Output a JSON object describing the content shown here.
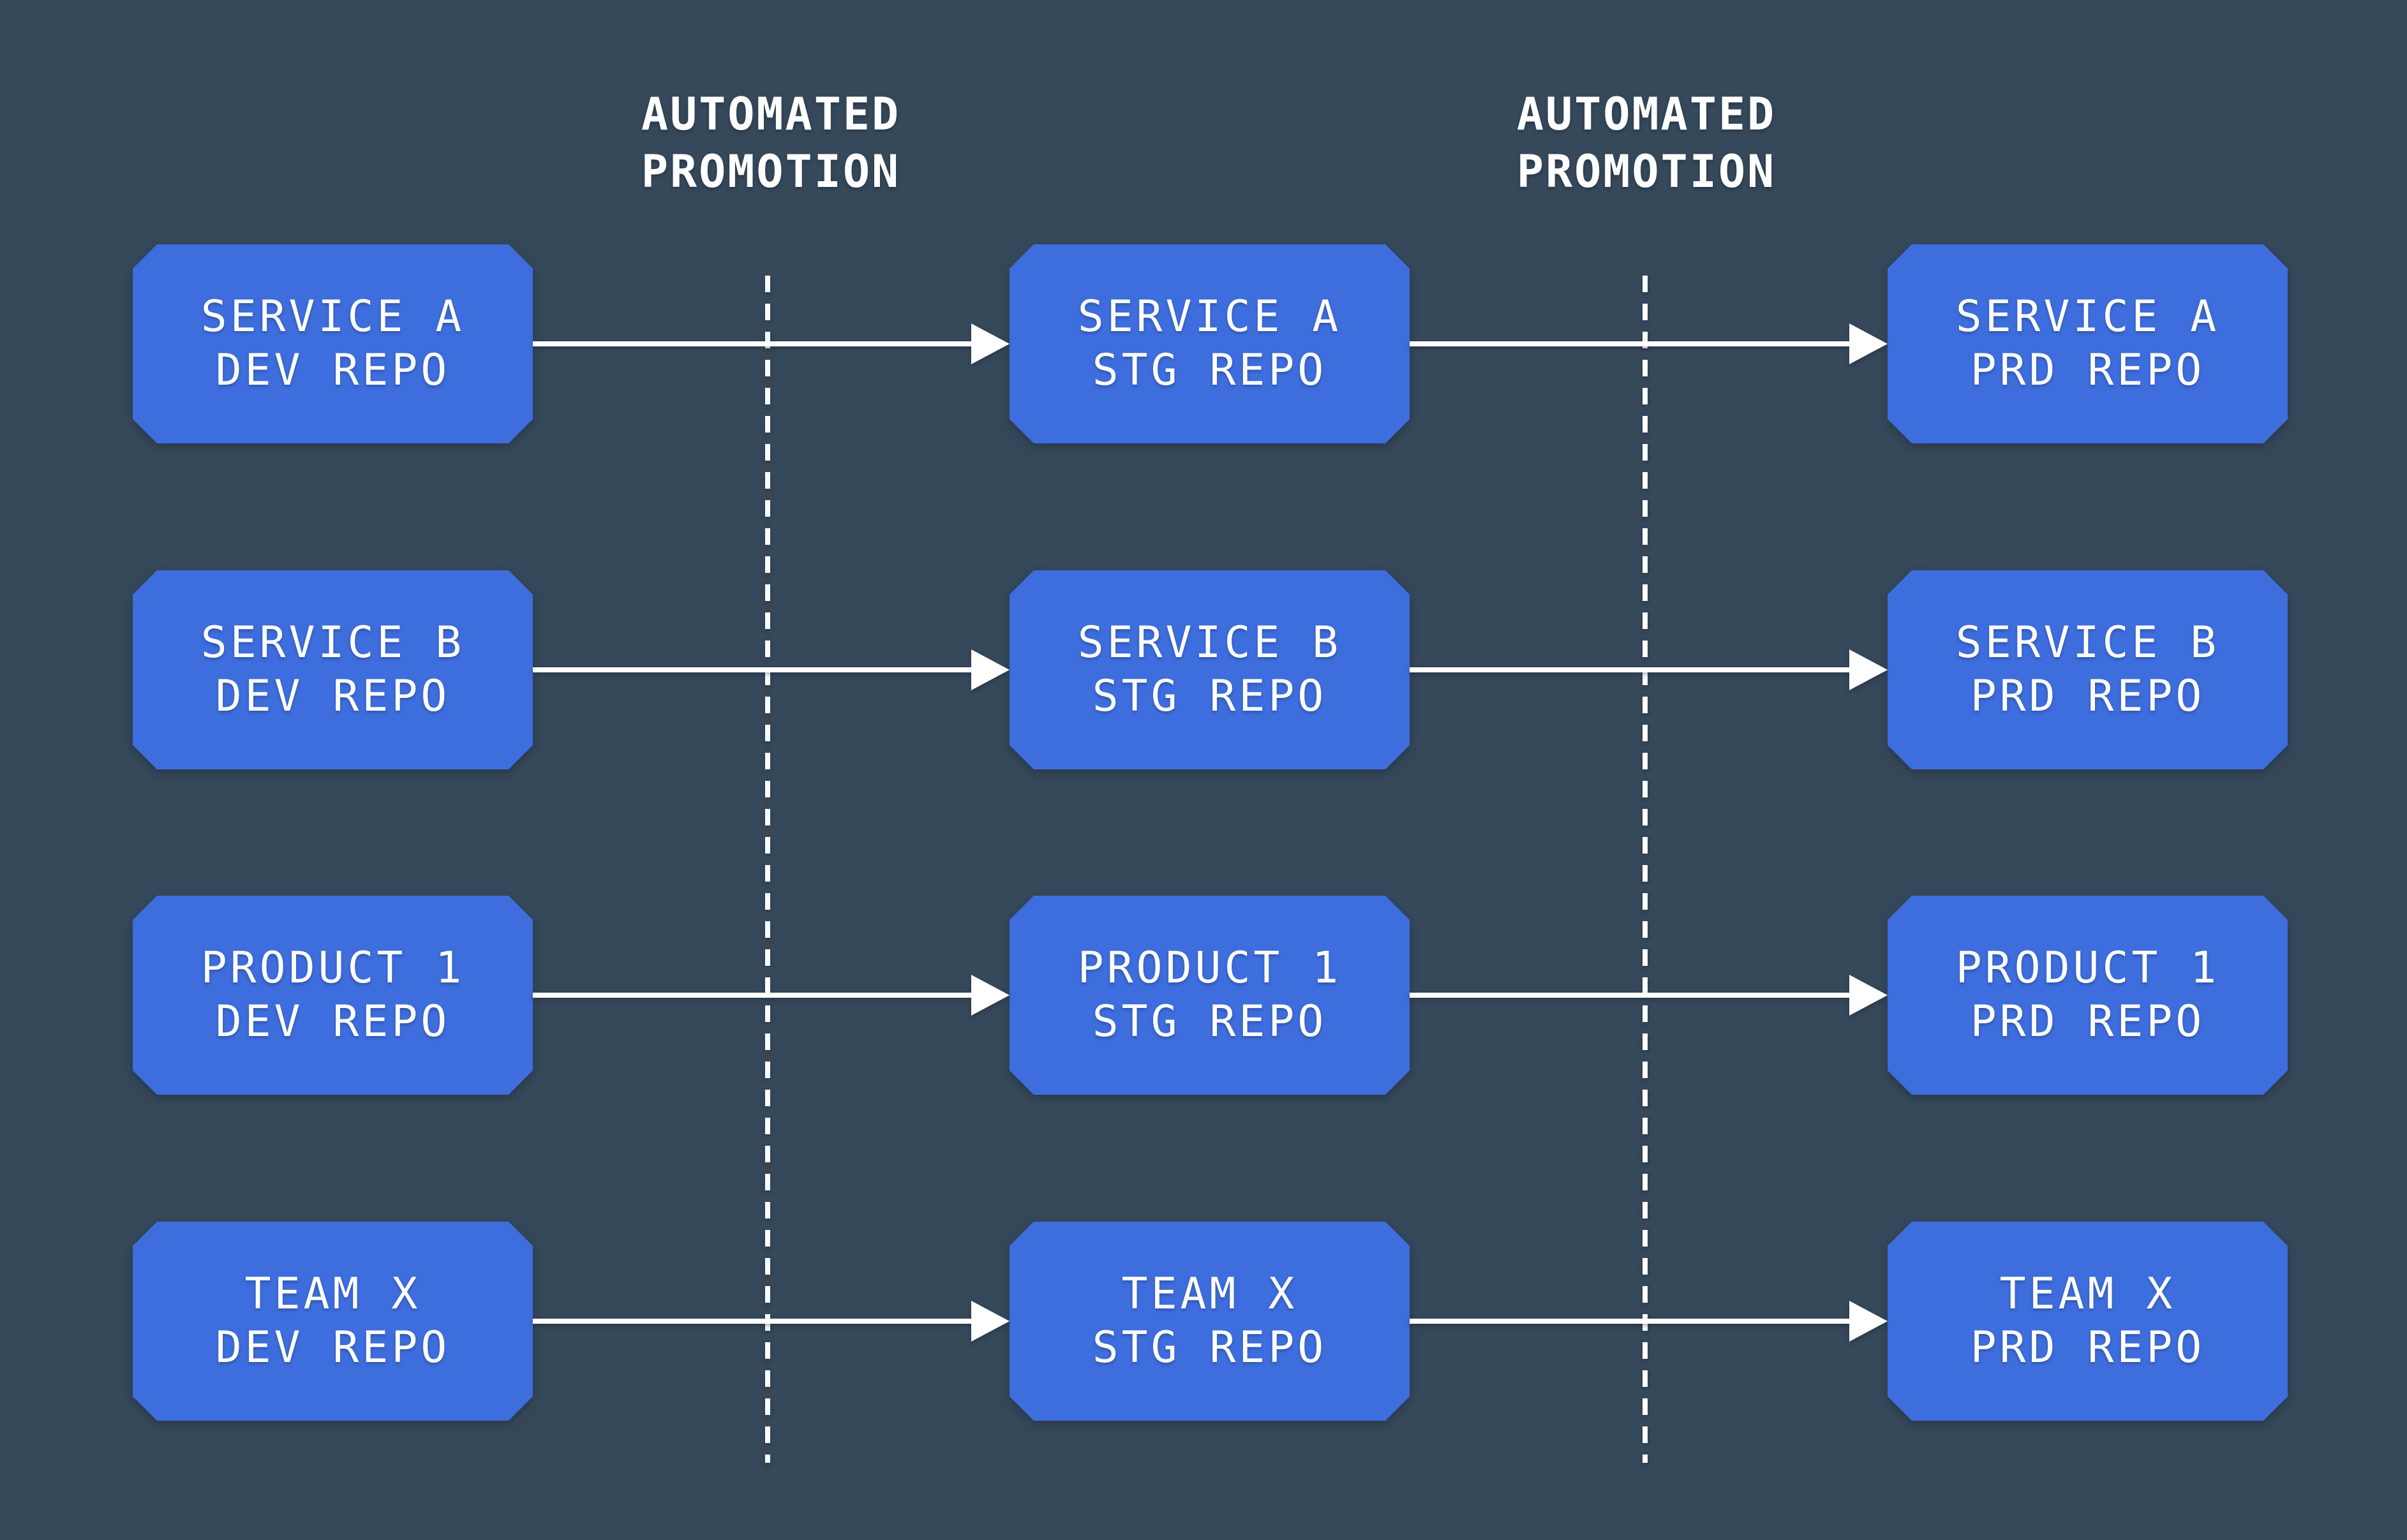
{
  "diagram": {
    "colors": {
      "background": "#36495B",
      "box_fill": "#3E6EDD",
      "text": "#FFFFFF",
      "line": "#FFFFFF"
    },
    "promotion_labels": [
      {
        "line1": "AUTOMATED",
        "line2": "PROMOTION"
      },
      {
        "line1": "AUTOMATED",
        "line2": "PROMOTION"
      }
    ],
    "rows": [
      {
        "name": "service-a",
        "boxes": [
          {
            "line1": "SERVICE A",
            "line2": "DEV REPO"
          },
          {
            "line1": "SERVICE A",
            "line2": "STG REPO"
          },
          {
            "line1": "SERVICE A",
            "line2": "PRD REPO"
          }
        ]
      },
      {
        "name": "service-b",
        "boxes": [
          {
            "line1": "SERVICE B",
            "line2": "DEV REPO"
          },
          {
            "line1": "SERVICE B",
            "line2": "STG REPO"
          },
          {
            "line1": "SERVICE B",
            "line2": "PRD REPO"
          }
        ]
      },
      {
        "name": "product-1",
        "boxes": [
          {
            "line1": "PRODUCT 1",
            "line2": "DEV REPO"
          },
          {
            "line1": "PRODUCT 1",
            "line2": "STG REPO"
          },
          {
            "line1": "PRODUCT 1",
            "line2": "PRD REPO"
          }
        ]
      },
      {
        "name": "team-x",
        "boxes": [
          {
            "line1": "TEAM X",
            "line2": "DEV REPO"
          },
          {
            "line1": "TEAM X",
            "line2": "STG REPO"
          },
          {
            "line1": "TEAM X",
            "line2": "PRD REPO"
          }
        ]
      }
    ]
  }
}
